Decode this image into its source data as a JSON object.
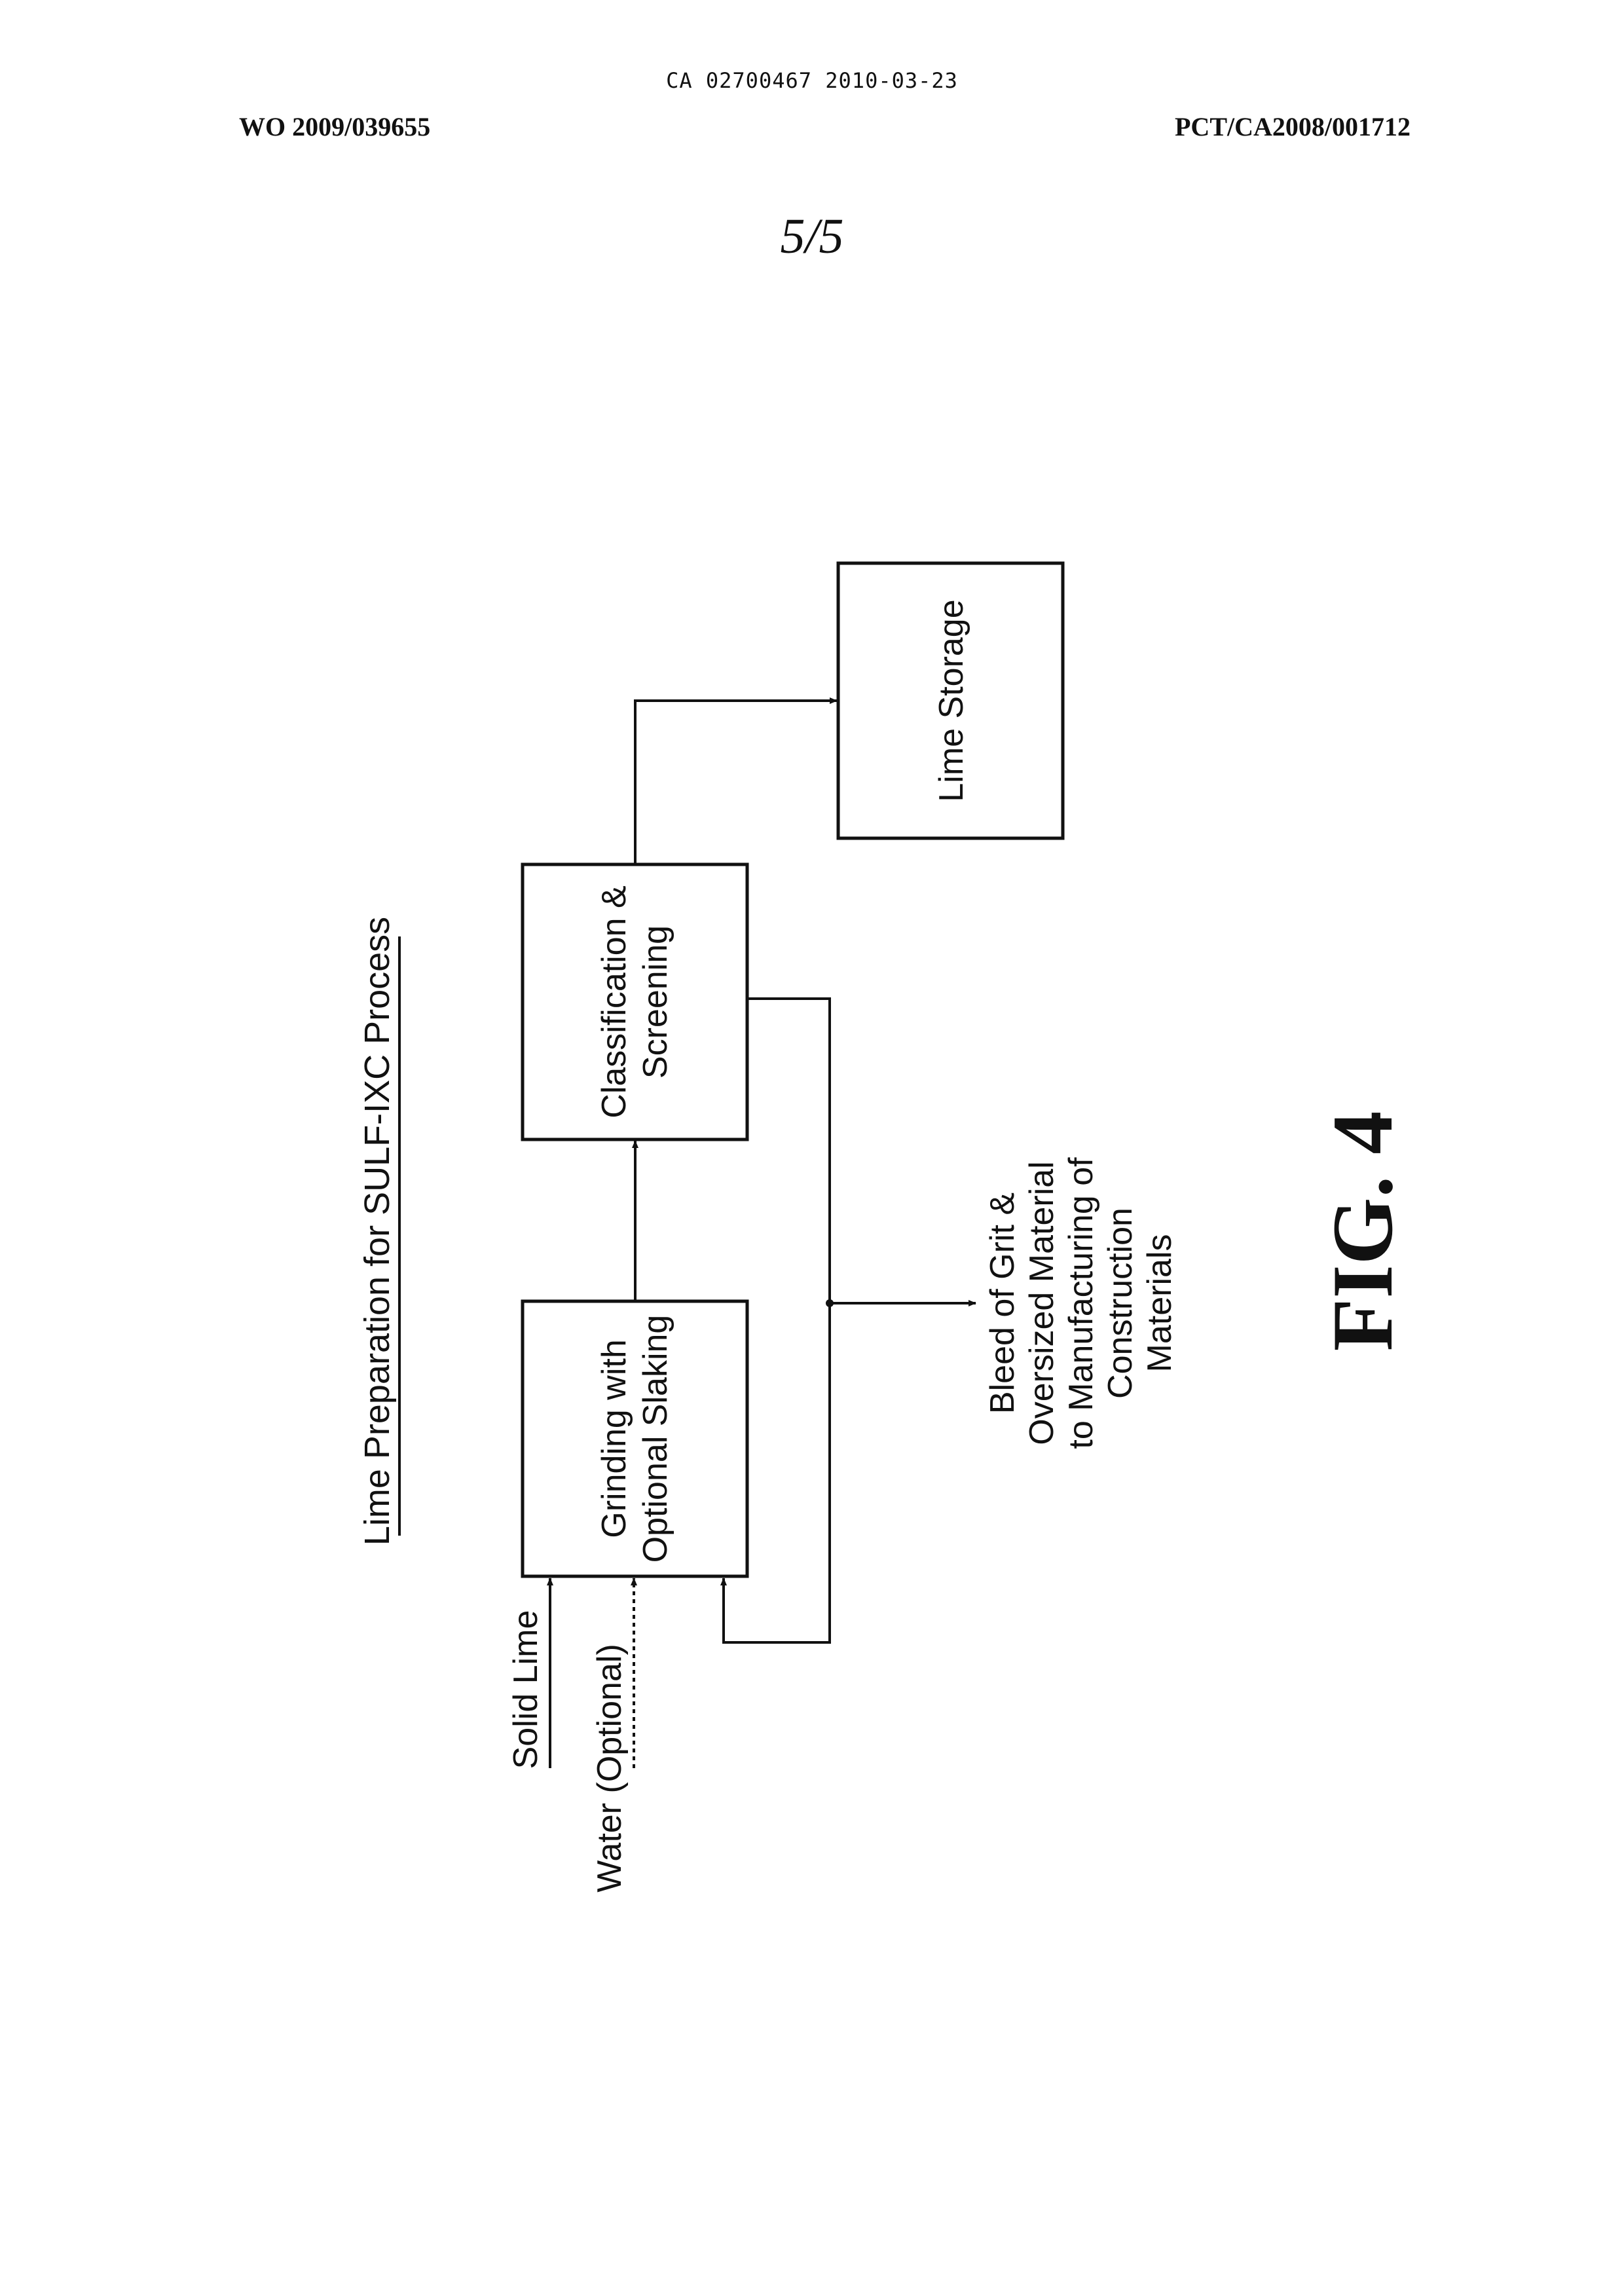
{
  "header": {
    "ca_line": "CA 02700467 2010-03-23",
    "wo_number": "WO 2009/039655",
    "pct_number": "PCT/CA2008/001712",
    "sheet": "5/5"
  },
  "diagram": {
    "title": "Lime Preparation for SULF-IXC Process",
    "nodes": {
      "grinding": [
        "Grinding with",
        "Optional Slaking"
      ],
      "classification": [
        "Classification &",
        "Screening"
      ],
      "storage": [
        "Lime Storage"
      ]
    },
    "inputs": {
      "solid_lime": "Solid Lime",
      "water": "Water (Optional)"
    },
    "bleed": [
      "Bleed of Grit &",
      "Oversized Material",
      "to Manufacturing of",
      "Construction",
      "Materials"
    ]
  },
  "figure_label": "FIG. 4"
}
